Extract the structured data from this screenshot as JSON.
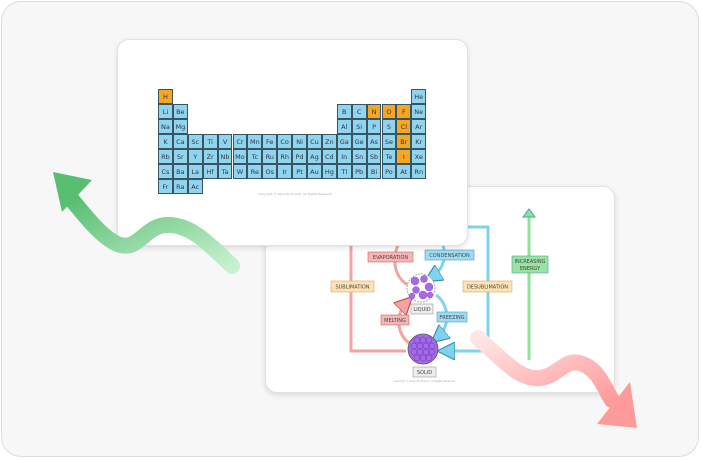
{
  "periodic_table": {
    "rows": [
      [
        [
          "H",
          1,
          true
        ],
        [
          "He",
          18,
          false
        ]
      ],
      [
        [
          "Li",
          1,
          false
        ],
        [
          "Be",
          2,
          false
        ],
        [
          "B",
          13,
          false
        ],
        [
          "C",
          14,
          false
        ],
        [
          "N",
          15,
          true
        ],
        [
          "O",
          16,
          true
        ],
        [
          "F",
          17,
          true
        ],
        [
          "Ne",
          18,
          false
        ]
      ],
      [
        [
          "Na",
          1,
          false
        ],
        [
          "Mg",
          2,
          false
        ],
        [
          "Al",
          13,
          false
        ],
        [
          "Si",
          14,
          false
        ],
        [
          "P",
          15,
          false
        ],
        [
          "S",
          16,
          false
        ],
        [
          "Cl",
          17,
          true
        ],
        [
          "Ar",
          18,
          false
        ]
      ],
      [
        [
          "K",
          1,
          false
        ],
        [
          "Ca",
          2,
          false
        ],
        [
          "Sc",
          3,
          false
        ],
        [
          "Ti",
          4,
          false
        ],
        [
          "V",
          5,
          false
        ],
        [
          "Cr",
          6,
          false
        ],
        [
          "Mn",
          7,
          false
        ],
        [
          "Fe",
          8,
          false
        ],
        [
          "Co",
          9,
          false
        ],
        [
          "Ni",
          10,
          false
        ],
        [
          "Cu",
          11,
          false
        ],
        [
          "Zn",
          12,
          false
        ],
        [
          "Ga",
          13,
          false
        ],
        [
          "Ge",
          14,
          false
        ],
        [
          "As",
          15,
          false
        ],
        [
          "Se",
          16,
          false
        ],
        [
          "Br",
          17,
          true
        ],
        [
          "Kr",
          18,
          false
        ]
      ],
      [
        [
          "Rb",
          1,
          false
        ],
        [
          "Sr",
          2,
          false
        ],
        [
          "Y",
          3,
          false
        ],
        [
          "Zr",
          4,
          false
        ],
        [
          "Nb",
          5,
          false
        ],
        [
          "Mo",
          6,
          false
        ],
        [
          "Tc",
          7,
          false
        ],
        [
          "Ru",
          8,
          false
        ],
        [
          "Rh",
          9,
          false
        ],
        [
          "Pd",
          10,
          false
        ],
        [
          "Ag",
          11,
          false
        ],
        [
          "Cd",
          12,
          false
        ],
        [
          "In",
          13,
          false
        ],
        [
          "Sn",
          14,
          false
        ],
        [
          "Sb",
          15,
          false
        ],
        [
          "Te",
          16,
          false
        ],
        [
          "I",
          17,
          true
        ],
        [
          "Xe",
          18,
          false
        ]
      ],
      [
        [
          "Cs",
          1,
          false
        ],
        [
          "Ba",
          2,
          false
        ],
        [
          "La",
          3,
          false
        ],
        [
          "Hf",
          4,
          false
        ],
        [
          "Ta",
          5,
          false
        ],
        [
          "W",
          6,
          false
        ],
        [
          "Re",
          7,
          false
        ],
        [
          "Os",
          8,
          false
        ],
        [
          "Ir",
          9,
          false
        ],
        [
          "Pt",
          10,
          false
        ],
        [
          "Au",
          11,
          false
        ],
        [
          "Hg",
          12,
          false
        ],
        [
          "Tl",
          13,
          false
        ],
        [
          "Pb",
          14,
          false
        ],
        [
          "Bi",
          15,
          false
        ],
        [
          "Po",
          16,
          false
        ],
        [
          "At",
          17,
          false
        ],
        [
          "Rn",
          18,
          false
        ]
      ],
      [
        [
          "Fr",
          1,
          false
        ],
        [
          "Ra",
          2,
          false
        ],
        [
          "Ac",
          3,
          false
        ]
      ]
    ],
    "copyright": "Copyright © Save My Exams. All Rights Reserved"
  },
  "state_diagram": {
    "sublimation": "SUBLIMATION",
    "evaporation": "EVAPORATION",
    "condensation": "CONDENSATION",
    "liquid": "LIQUID",
    "freezing": "FREEZING",
    "melting": "MELTING",
    "solid": "SOLID",
    "desublimation": "DESUBLIMATION",
    "energy_line1": "INCREASING",
    "energy_line2": "ENERGY",
    "copyright": "Copyright © Save My Exams. All Rights Reserved"
  },
  "colors": {
    "highlight": "#f5a623",
    "cell": "#8fd5ef",
    "up": "#5cc277",
    "down": "#ff8f8f"
  }
}
